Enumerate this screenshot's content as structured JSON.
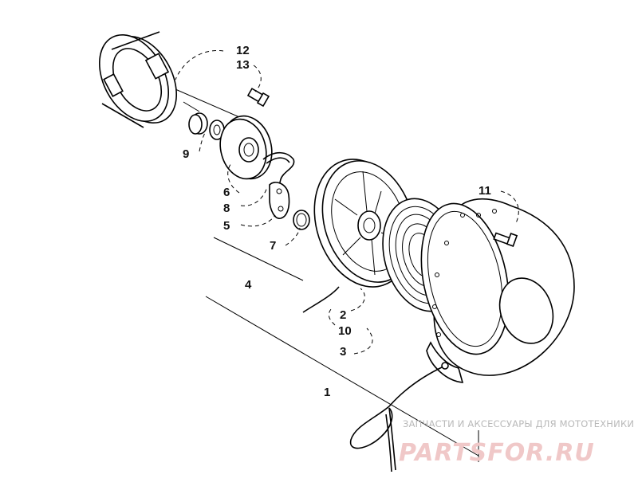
{
  "callouts": [
    {
      "id": "1",
      "text": "1"
    },
    {
      "id": "2",
      "text": "2"
    },
    {
      "id": "3",
      "text": "3"
    },
    {
      "id": "4",
      "text": "4"
    },
    {
      "id": "5",
      "text": "5"
    },
    {
      "id": "6",
      "text": "6"
    },
    {
      "id": "7",
      "text": "7"
    },
    {
      "id": "8",
      "text": "8"
    },
    {
      "id": "9",
      "text": "9"
    },
    {
      "id": "10",
      "text": "10"
    },
    {
      "id": "11",
      "text": "11"
    },
    {
      "id": "12",
      "text": "12"
    },
    {
      "id": "13",
      "text": "13"
    }
  ],
  "watermark": {
    "tagline": "ЗАПЧАСТИ И АКСЕССУАРЫ ДЛЯ МОТОТЕХНИКИ",
    "logo_text": "PARTSFOR.RU",
    "logo_color": "#f0c8c8"
  }
}
